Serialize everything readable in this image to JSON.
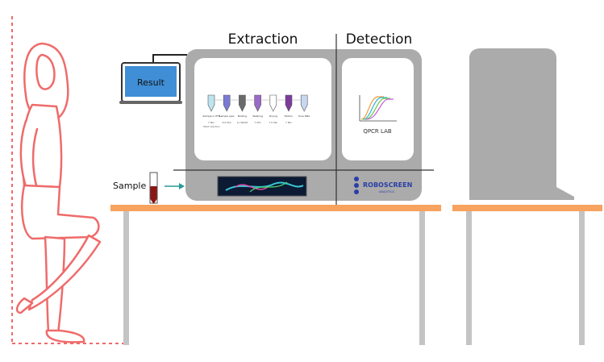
{
  "labels": {
    "extraction": "Extraction",
    "detection": "Detection",
    "result": "Result",
    "sample": "Sample",
    "qpcr": "QPCR LAB",
    "brand": "ROBOSCREEN",
    "brand_sub": "ANALYTICS",
    "steps": [
      "Sample in PTB",
      "Sample lysis",
      "Binding",
      "Washing",
      "Drying",
      "Elution",
      "Pure DNA"
    ],
    "step_times": [
      "7 Min",
      "8.5 Min",
      "1x WASH",
      "7 Min",
      "7.5 Min",
      "7 Min",
      ""
    ],
    "first_note": "Start reaction"
  },
  "colors": {
    "person": "#ef6b6b",
    "table_top": "#f7a25e",
    "table_leg": "#c4c4c4",
    "device": "#ababab",
    "monitor_screen": "#3f8ed6",
    "arrow": "#2a9a9a",
    "tube_liquid": "#8b1616",
    "brand": "#2a3ea5"
  },
  "icons": [
    "person-outline",
    "monitor-icon",
    "sample-tube-icon",
    "arrow-icon",
    "tube-icon",
    "qpcr-curves-icon",
    "roboscreen-logo-icon"
  ]
}
